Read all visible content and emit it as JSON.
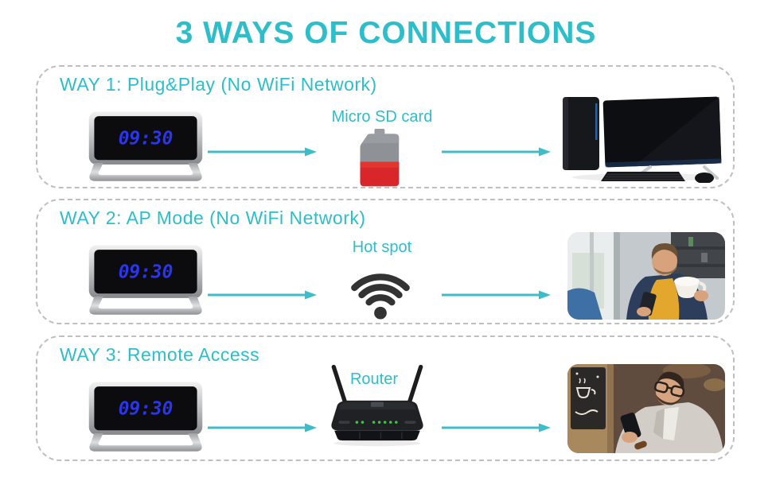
{
  "title": "3 WAYS OF CONNECTIONS",
  "clock": {
    "device": "clock-camera",
    "display": "09:30"
  },
  "sections": [
    {
      "heading": "WAY 1: Plug&Play (No WiFi Network)",
      "middle_label": "Micro SD card",
      "flow": [
        "clock-camera",
        "micro-sd-card",
        "desktop-computer"
      ]
    },
    {
      "heading": "WAY 2: AP Mode (No WiFi Network)",
      "middle_label": "Hot spot",
      "flow": [
        "clock-camera",
        "wifi-hotspot",
        "man-using-phone-drinking-coffee"
      ]
    },
    {
      "heading": "WAY 3: Remote Access",
      "middle_label": "Router",
      "flow": [
        "clock-camera",
        "router",
        "man-using-phone"
      ]
    }
  ],
  "colors": {
    "accent_teal": "#2dbec9",
    "arrow_teal": "#3dbdc9",
    "dashed_border": "#bfbfbf",
    "sd_card_gray": "#8e9296",
    "sd_card_red": "#d8262a",
    "wifi_icon_dark": "#333333",
    "clock_digit_blue": "#2a35f0"
  }
}
